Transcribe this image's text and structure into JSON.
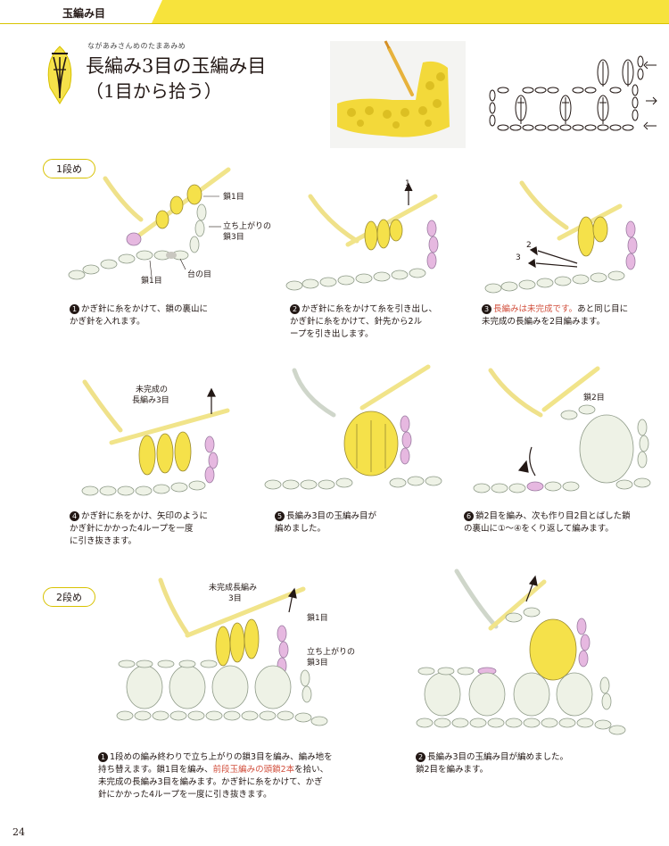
{
  "header": {
    "section_label": "玉編み目"
  },
  "title": {
    "ruby": "ながあみさんめのたまあみめ",
    "line1": "長編み3目の玉編み目",
    "line2": "（1目から拾う）"
  },
  "rows": {
    "row1_label": "1段め",
    "row2_label": "2段め"
  },
  "steps_row1": [
    {
      "num": "1",
      "text_a": "かぎ針に糸をかけて、鎖の裏山に",
      "text_b": "かぎ針を入れます。",
      "labels": {
        "chain1": "鎖1目",
        "turning_a": "立ち上がりの",
        "turning_b": "鎖3目",
        "base": "台の目",
        "chain1b": "鎖1目"
      }
    },
    {
      "num": "2",
      "text_a": "かぎ針に糸をかけて糸を引き出し、",
      "text_b": "かぎ針に糸をかけて、針先から2ル",
      "text_c": "ープを引き出します。",
      "labels": {
        "arrow1": "1"
      }
    },
    {
      "num": "3",
      "hl": "長編みは未完成です。",
      "text_a": "あと同じ目に",
      "text_b": "未完成の長編みを2目編みます。",
      "labels": {
        "arrow2": "2",
        "arrow3": "3"
      }
    }
  ],
  "steps_row2": [
    {
      "num": "4",
      "text_a": "かぎ針に糸をかけ、矢印のように",
      "text_b": "かぎ針にかかった4ループを一度",
      "text_c": "に引き抜きます。",
      "labels": {
        "unfinished_a": "未完成の",
        "unfinished_b": "長編み3目"
      }
    },
    {
      "num": "5",
      "text_a": "長編み3目の玉編み目が",
      "text_b": "編めました。"
    },
    {
      "num": "6",
      "text_a": "鎖2目を編み、次も作り目2目とばした鎖",
      "text_b": "の裏山に①～④をくり返して編みます。",
      "labels": {
        "chain2": "鎖2目"
      }
    }
  ],
  "steps_row3": [
    {
      "num": "1",
      "text_a": "1段めの編み終わりで立ち上がりの鎖3目を編み、編み地を",
      "text_b": "持ち替えます。鎖1目を編み、",
      "hl": "前段玉編みの頭鎖2本",
      "text_b2": "を拾い、",
      "text_c": "未完成の長編み3目を編みます。かぎ針に糸をかけて、かぎ",
      "text_d": "針にかかった4ループを一度に引き抜きます。",
      "labels": {
        "unfinished_a": "未完成長編み",
        "unfinished_b": "3目",
        "chain1": "鎖1目",
        "turning_a": "立ち上がりの",
        "turning_b": "鎖3目"
      }
    },
    {
      "num": "2",
      "text_a": "長編み3目の玉編み目が編めました。",
      "text_b": "鎖2目を編みます。"
    }
  ],
  "page_number": "24",
  "colors": {
    "yarn_yellow": "#f5e14a",
    "yarn_pink": "#e6b8e0",
    "yarn_white": "#eef2e6",
    "accent": "#d8c200",
    "highlight": "#d2503e",
    "needle": "#e8d36a"
  }
}
